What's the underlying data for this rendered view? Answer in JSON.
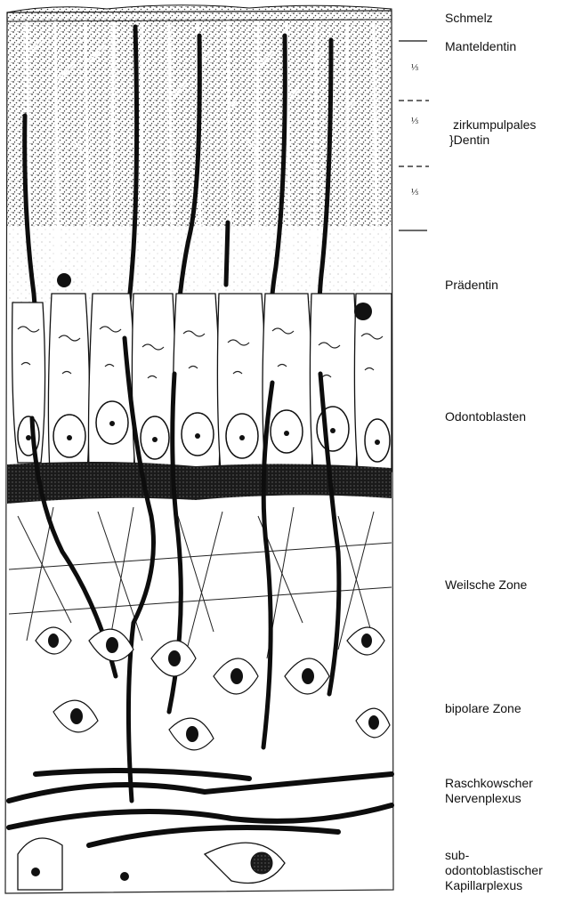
{
  "labels": {
    "schmelz": "Schmelz",
    "manteldentin": "Manteldentin",
    "zirkum_line1": "zirkumpulpales",
    "zirkum_line2": "}Dentin",
    "praedentin": "Prädentin",
    "odontoblasten": "Odontoblasten",
    "weilsche": "Weilsche Zone",
    "bipolare": "bipolare Zone",
    "raschkow_line1": "Raschkowscher",
    "raschkow_line2": "Nervenplexus",
    "sub_line1": "sub-",
    "sub_line2": "odontoblastischer",
    "sub_line3": "Kapillarplexus"
  },
  "fractions": {
    "f1": "⅓",
    "f2": "⅓",
    "f3": "⅓"
  },
  "colors": {
    "ink": "#111111",
    "paper": "#ffffff",
    "stipple": "#555555"
  }
}
